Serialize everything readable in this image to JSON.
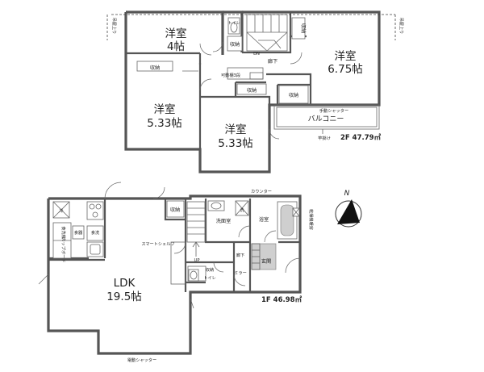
{
  "second_floor": {
    "room_4": {
      "name": "洋室",
      "size": "4帖"
    },
    "room_675": {
      "name": "洋室",
      "size": "6.75帖"
    },
    "room_533_left": {
      "name": "洋室",
      "size": "5.33帖"
    },
    "room_533_center": {
      "name": "洋室",
      "size": "5.33帖"
    },
    "storage": "収納",
    "toilet": "トイレ",
    "hallway": "廊下",
    "dn": "DN",
    "adjustable_shelf": "可動棚3段",
    "balcony": "バルコニー",
    "manual_shutter": "手動シャッター",
    "laundry_pole": "竿掛け",
    "railing": "吊屋上り",
    "area": "2F 47.79㎡"
  },
  "first_floor": {
    "ldk": {
      "name": "LDK",
      "size": "19.5帖"
    },
    "storage": "収納",
    "washroom": "洗面室",
    "bath": "浴室",
    "counter": "カウンター",
    "hallway": "廊下",
    "entrance": "玄関",
    "mirror": "ミラー",
    "toilet": "トイレ",
    "smart_shelf": "スマートシェルフ",
    "up": "UP",
    "dryer": "乾燥機暖房",
    "fridge": "冷",
    "wash": "洗",
    "pantry": "食器",
    "dish": "食洗",
    "dishwasher": "食洗機",
    "kitchen_storage": "カップボード",
    "electric_shutter": "電動シャッター",
    "area": "1F 46.98㎡"
  },
  "compass": "N"
}
